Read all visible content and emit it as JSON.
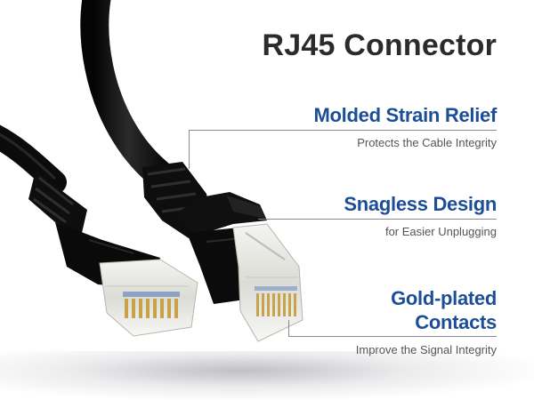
{
  "title": "RJ45 Connector",
  "features": [
    {
      "heading": "Molded Strain Relief",
      "description": "Protects the Cable Integrity"
    },
    {
      "heading": "Snagless Design",
      "description": "for Easier Unplugging"
    },
    {
      "heading_line1": "Gold-plated",
      "heading_line2": "Contacts",
      "description": "Improve the Signal Integrity"
    }
  ],
  "colors": {
    "heading": "#1c4e96",
    "title": "#2b2b2b",
    "cable": "#111111",
    "contacts": "#c9a24a"
  }
}
